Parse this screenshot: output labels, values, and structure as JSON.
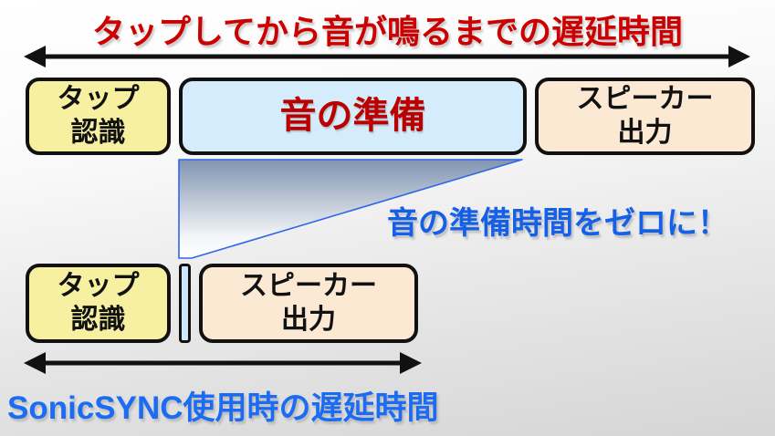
{
  "header": {
    "title": "タップしてから音が鳴るまでの遅延時間"
  },
  "before_row": {
    "tap_box": {
      "line1": "タップ",
      "line2": "認識"
    },
    "prep_box": {
      "label": "音の準備"
    },
    "speaker_box": {
      "line1": "スピーカー",
      "line2": "出力"
    }
  },
  "annotation": {
    "text": "音の準備時間をゼロに！"
  },
  "after_row": {
    "tap_box": {
      "line1": "タップ",
      "line2": "認識"
    },
    "speaker_box": {
      "line1": "スピーカー",
      "line2": "出力"
    }
  },
  "footer": {
    "caption": "SonicSYNC使用時の遅延時間"
  },
  "icons": {
    "top_arrow": "double-headed-arrow",
    "bottom_arrow": "double-headed-arrow",
    "funnel": "shrink-to-zero-funnel"
  },
  "colors": {
    "title_red": "#cc0000",
    "prep_text_red": "#bb0000",
    "annotation_blue": "#1560e8",
    "caption_blue": "#1b6cf2",
    "tap_fill_yellow": "#f6f0a0",
    "prep_fill_blue": "#d4ecfb",
    "speaker_fill_peach": "#fbe9d4",
    "sliver_fill_blue": "#cde8fb",
    "box_border_black": "#111111",
    "arrow_black": "#111111",
    "funnel_gradient_top": "#8094b1",
    "funnel_stroke_blue": "#2f66e8"
  }
}
